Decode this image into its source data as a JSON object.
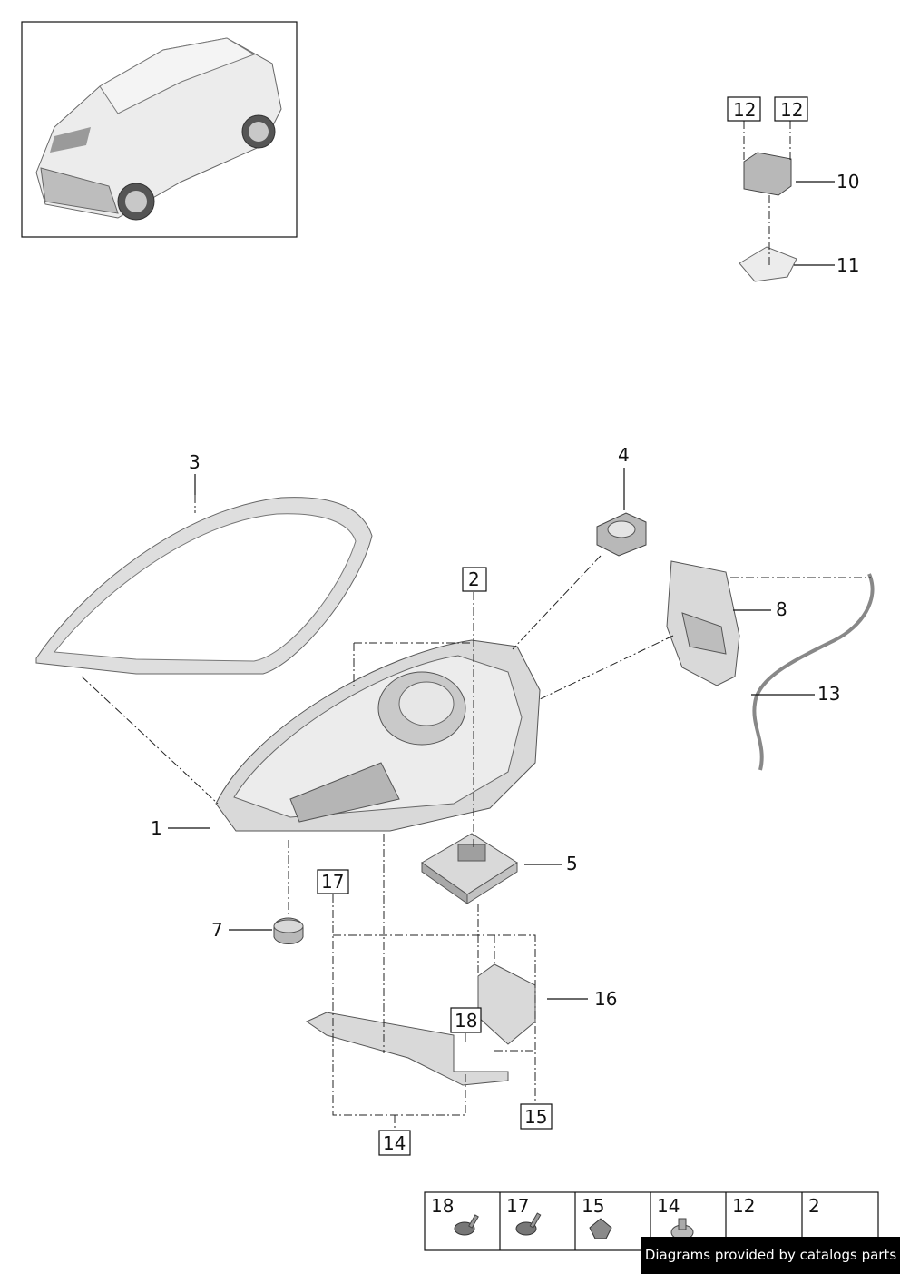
{
  "callouts": {
    "p1": "1",
    "p2": "2",
    "p3": "3",
    "p4": "4",
    "p5": "5",
    "p7": "7",
    "p8": "8",
    "p10": "10",
    "p11": "11",
    "p12a": "12",
    "p12b": "12",
    "p13": "13",
    "p14": "14",
    "p15": "15",
    "p16": "16",
    "p17": "17",
    "p18": "18"
  },
  "fastener_table": {
    "headers": [
      "18",
      "17",
      "15",
      "14",
      "12",
      "2"
    ]
  },
  "footer": {
    "credit": "Diagrams provided by catalogs parts"
  }
}
